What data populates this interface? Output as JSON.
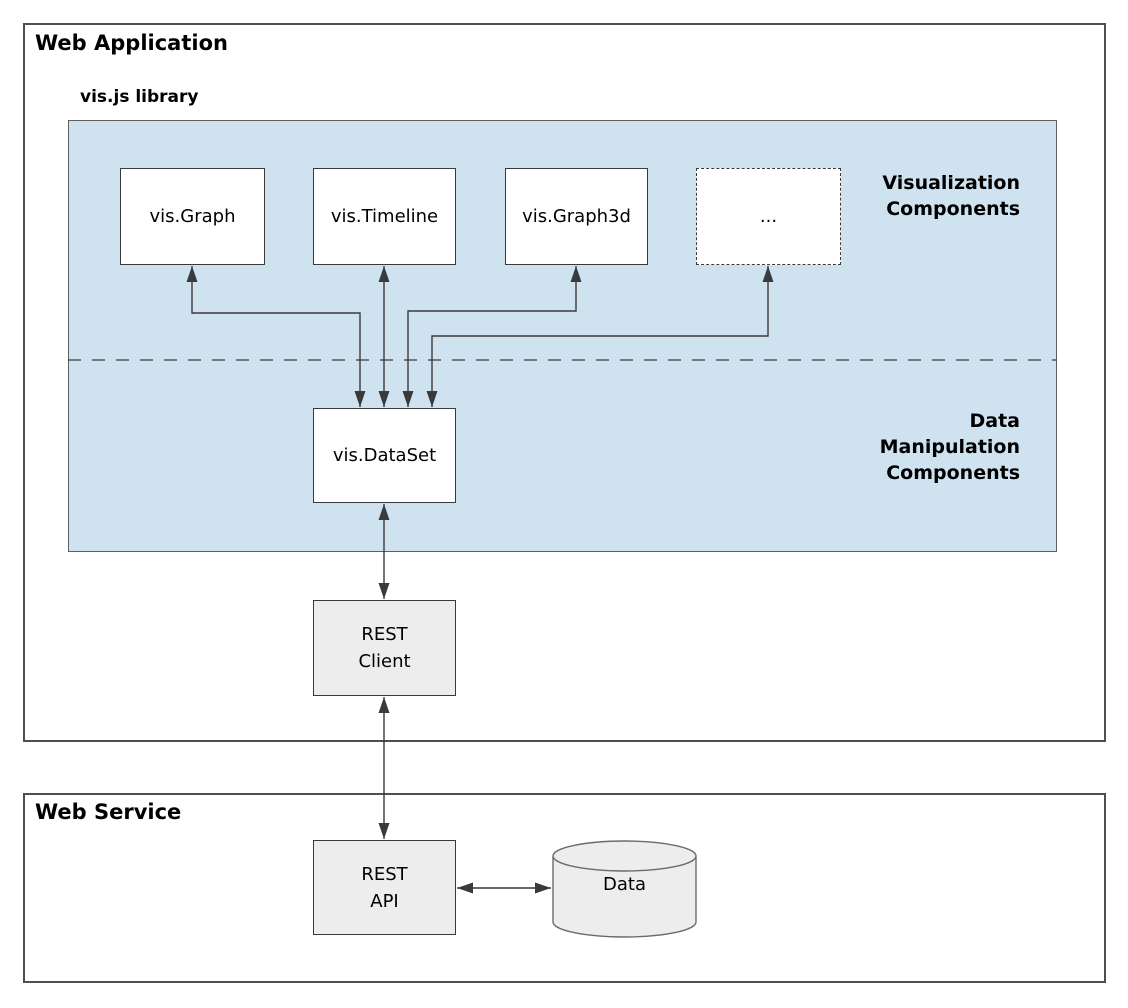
{
  "web_application": {
    "title": "Web Application",
    "library_label": "vis.js library",
    "viz_boxes": [
      "vis.Graph",
      "vis.Timeline",
      "vis.Graph3d",
      "..."
    ],
    "viz_section_label": "Visualization\nComponents",
    "dataset_box": "vis.DataSet",
    "data_section_label": "Data\nManipulation\nComponents",
    "rest_client_label": "REST\nClient"
  },
  "web_service": {
    "title": "Web Service",
    "rest_api_label": "REST\nAPI",
    "data_store_label": "Data"
  },
  "connections": [
    {
      "from": "vis.Graph",
      "to": "vis.DataSet",
      "bidirectional": true
    },
    {
      "from": "vis.Timeline",
      "to": "vis.DataSet",
      "bidirectional": true
    },
    {
      "from": "vis.Graph3d",
      "to": "vis.DataSet",
      "bidirectional": true
    },
    {
      "from": "...",
      "to": "vis.DataSet",
      "bidirectional": true
    },
    {
      "from": "vis.DataSet",
      "to": "REST Client",
      "bidirectional": true
    },
    {
      "from": "REST Client",
      "to": "REST API",
      "bidirectional": true
    },
    {
      "from": "REST API",
      "to": "Data",
      "bidirectional": true
    }
  ],
  "colors": {
    "library_fill": "#cfe2f0",
    "node_fill_white": "#ffffff",
    "node_fill_gray": "#ededed",
    "line": "#3a3a3a",
    "outer_border": "#4f4f4f"
  }
}
